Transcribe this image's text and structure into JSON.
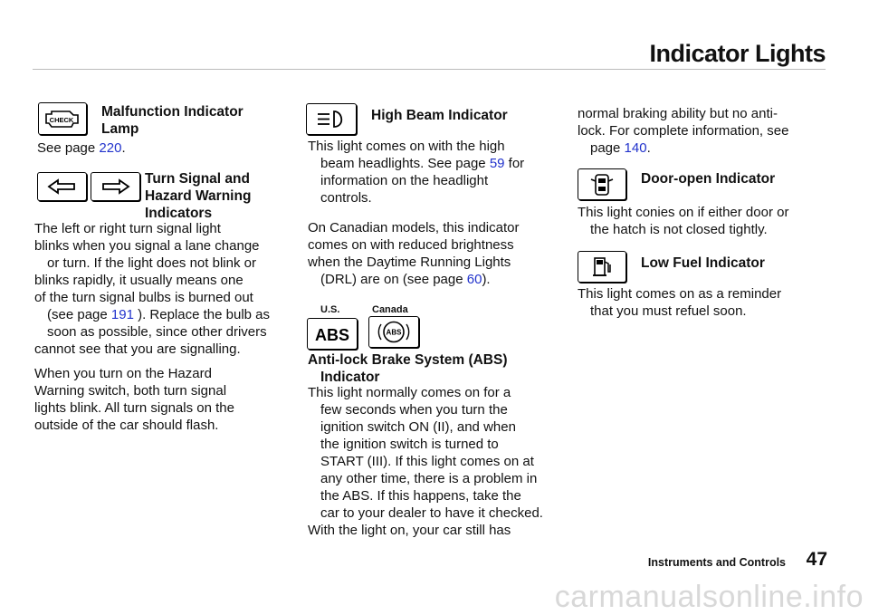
{
  "page": {
    "title": "Indicator Lights",
    "footer_section": "Instruments and Controls",
    "page_number": "47"
  },
  "malfunction": {
    "icon_text": "CHECK",
    "heading_line1": "Malfunction Indicator",
    "heading_line2": "Lamp",
    "see_prefix": "See page ",
    "see_page": "220",
    "see_suffix": "."
  },
  "turn_signal": {
    "heading_line1": "Turn Signal and",
    "heading_line2": "Hazard Warning",
    "heading_line3": "Indicators",
    "p1_lines": [
      "The left or right turn signal light",
      "blinks when you signal a lane change",
      "or turn. If the light does not blink or",
      "blinks rapidly, it usually means one",
      "of the turn signal bulbs is burned out"
    ],
    "p1_see_prefix": "(see page ",
    "p1_see_page": "191",
    "p1_see_suffix": " ). Replace the bulb as",
    "p1_tail_lines": [
      "soon as possible, since other drivers",
      "cannot see that you are signalling."
    ],
    "p2_lines": [
      "When you turn on the Hazard",
      "Warning switch, both turn signal",
      "lights blink. All turn signals on the",
      "outside of the car should flash."
    ]
  },
  "high_beam": {
    "heading": "High Beam Indicator",
    "p1_line1": "This light comes on with the high",
    "p1_line2_prefix": "beam headlights. See page ",
    "p1_line2_page": "59",
    "p1_line2_suffix": " for",
    "p1_line3": "information on the headlight",
    "p1_line4": "controls.",
    "p2_lines": [
      "On Canadian models, this indicator",
      "comes on with reduced brightness",
      "when the Daytime Running Lights"
    ],
    "p2_last_prefix": "(DRL) are on (see page ",
    "p2_last_page": "60",
    "p2_last_suffix": ")."
  },
  "abs": {
    "label_us": "U.S.",
    "label_canada": "Canada",
    "icon_us_text": "ABS",
    "icon_canada_text": "ABS",
    "heading_line1": "Anti-lock Brake System (ABS)",
    "heading_line2": "Indicator",
    "lines": [
      "This light normally comes on for a",
      "few seconds when you turn the",
      "ignition switch ON (II), and when",
      "the ignition switch is turned to",
      "START (III). If this light comes on at",
      "any other time, there is a problem in",
      "the ABS. If this happens, take the",
      "car to your dealer to have it checked.",
      "With the light on, your car still has"
    ]
  },
  "abs_cont": {
    "line1": "normal braking ability but no anti-",
    "line2": "lock. For complete information, see",
    "see_prefix": "page ",
    "see_page": "140",
    "see_suffix": "."
  },
  "door": {
    "heading": "Door-open Indicator",
    "lines": [
      "This light conies on if either door or",
      "the hatch is not closed tightly."
    ]
  },
  "fuel": {
    "heading": "Low Fuel Indicator",
    "lines": [
      "This light comes on as a reminder",
      "that you must refuel soon."
    ]
  },
  "watermark": "carmanualsonline.info"
}
